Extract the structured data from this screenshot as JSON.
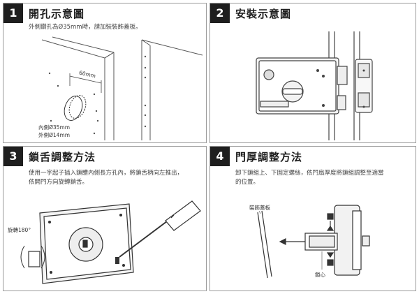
{
  "panels": [
    {
      "number": "1",
      "title": "開孔示意圖",
      "description": [
        "外側鑽孔為Ø35mm時，請加裝裝飾蓋板。"
      ],
      "labels": {
        "dimension": "60mm",
        "inner_hole": "內側Ø35mm",
        "outer_hole": "外側Ø14mm"
      }
    },
    {
      "number": "2",
      "title": "安裝示意圖",
      "description": []
    },
    {
      "number": "3",
      "title": "鎖舌調整方法",
      "description": [
        "使用一字起子插入鎖體內側長方孔內，將鎖舌柄向左推出，",
        "依開門方向旋轉鎖舌。"
      ],
      "labels": {
        "rotate": "旋轉180°"
      }
    },
    {
      "number": "4",
      "title": "門厚調整方法",
      "description": [
        "卸下鎖組上、下固定螺絲，依門扇厚度將鎖組調整至適當",
        "的位置。"
      ],
      "labels": {
        "cover_plate": "裝飾蓋板",
        "lock_core": "鎖心"
      }
    }
  ]
}
